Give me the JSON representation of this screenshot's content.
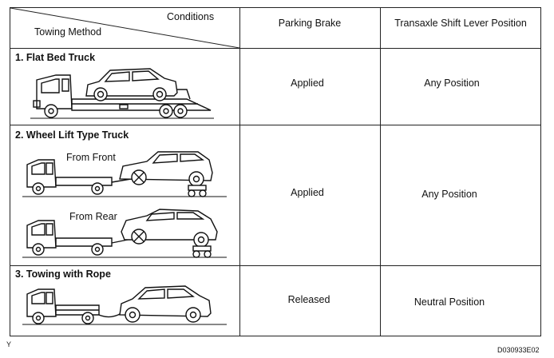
{
  "header": {
    "conditions_label": "Conditions",
    "towing_method_label": "Towing Method",
    "parking_brake_header": "Parking Brake",
    "shift_lever_header": "Transaxle Shift Lever Position"
  },
  "rows": [
    {
      "method": "1. Flat Bed Truck",
      "parking_brake": "Applied",
      "shift_lever": "Any Position"
    },
    {
      "method": "2. Wheel Lift Type Truck",
      "sub_from_front": "From Front",
      "sub_from_rear": "From Rear",
      "parking_brake": "Applied",
      "shift_lever": "Any Position"
    },
    {
      "method": "3. Towing with Rope",
      "parking_brake": "Released",
      "shift_lever": "Neutral Position"
    }
  ],
  "footer": {
    "left_mark": "Y",
    "figure_code": "D030933E02"
  },
  "icons": {
    "flatbed": "flatbed-truck-illustration",
    "wheel_lift_front": "wheel-lift-front-illustration",
    "wheel_lift_rear": "wheel-lift-rear-illustration",
    "rope": "rope-tow-illustration"
  }
}
